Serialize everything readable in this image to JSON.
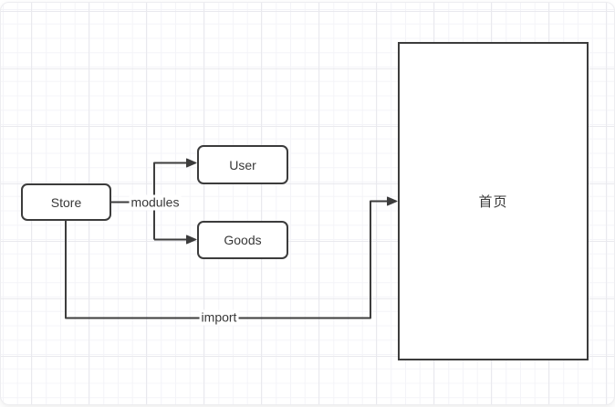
{
  "diagram": {
    "nodes": {
      "store": {
        "label": "Store"
      },
      "user": {
        "label": "User"
      },
      "goods": {
        "label": "Goods"
      },
      "home": {
        "label": "首页"
      }
    },
    "edges": {
      "modules_label": "modules",
      "import_label": "import"
    },
    "colors": {
      "stroke": "#3d3d3d",
      "text": "#383838",
      "node_fill": "#ffffff",
      "grid_minor": "#f4f4f8",
      "grid_major": "#e9e9ee",
      "canvas_background": "#ffffff"
    }
  }
}
